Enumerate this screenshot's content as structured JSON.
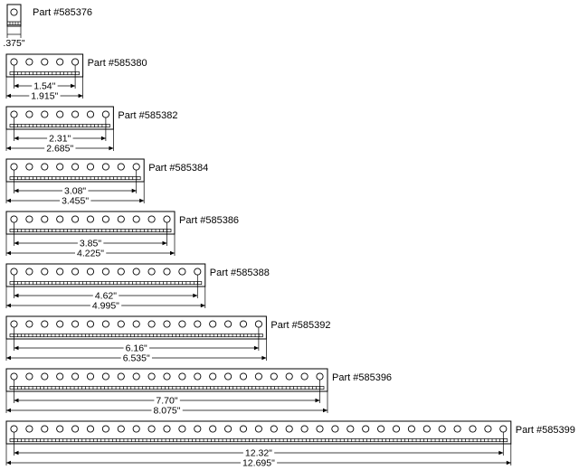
{
  "parts": [
    {
      "label": "Part #585376",
      "holes": 1,
      "dims": [
        ".375\""
      ]
    },
    {
      "label": "Part #585380",
      "holes": 5,
      "dims": [
        "1.54\"",
        "1.915\""
      ]
    },
    {
      "label": "Part #585382",
      "holes": 7,
      "dims": [
        "2.31\"",
        "2.685\""
      ]
    },
    {
      "label": "Part #585384",
      "holes": 9,
      "dims": [
        "3.08\"",
        "3.455\""
      ]
    },
    {
      "label": "Part #585386",
      "holes": 11,
      "dims": [
        "3.85\"",
        "4.225\""
      ]
    },
    {
      "label": "Part #585388",
      "holes": 13,
      "dims": [
        "4.62\"",
        "4.995\""
      ]
    },
    {
      "label": "Part #585392",
      "holes": 17,
      "dims": [
        "6.16\"",
        "6.535\""
      ]
    },
    {
      "label": "Part #585396",
      "holes": 21,
      "dims": [
        "7.70\"",
        "8.075\""
      ]
    },
    {
      "label": "Part #585399",
      "holes": 33,
      "dims": [
        "12.32\"",
        "12.695\""
      ]
    }
  ]
}
